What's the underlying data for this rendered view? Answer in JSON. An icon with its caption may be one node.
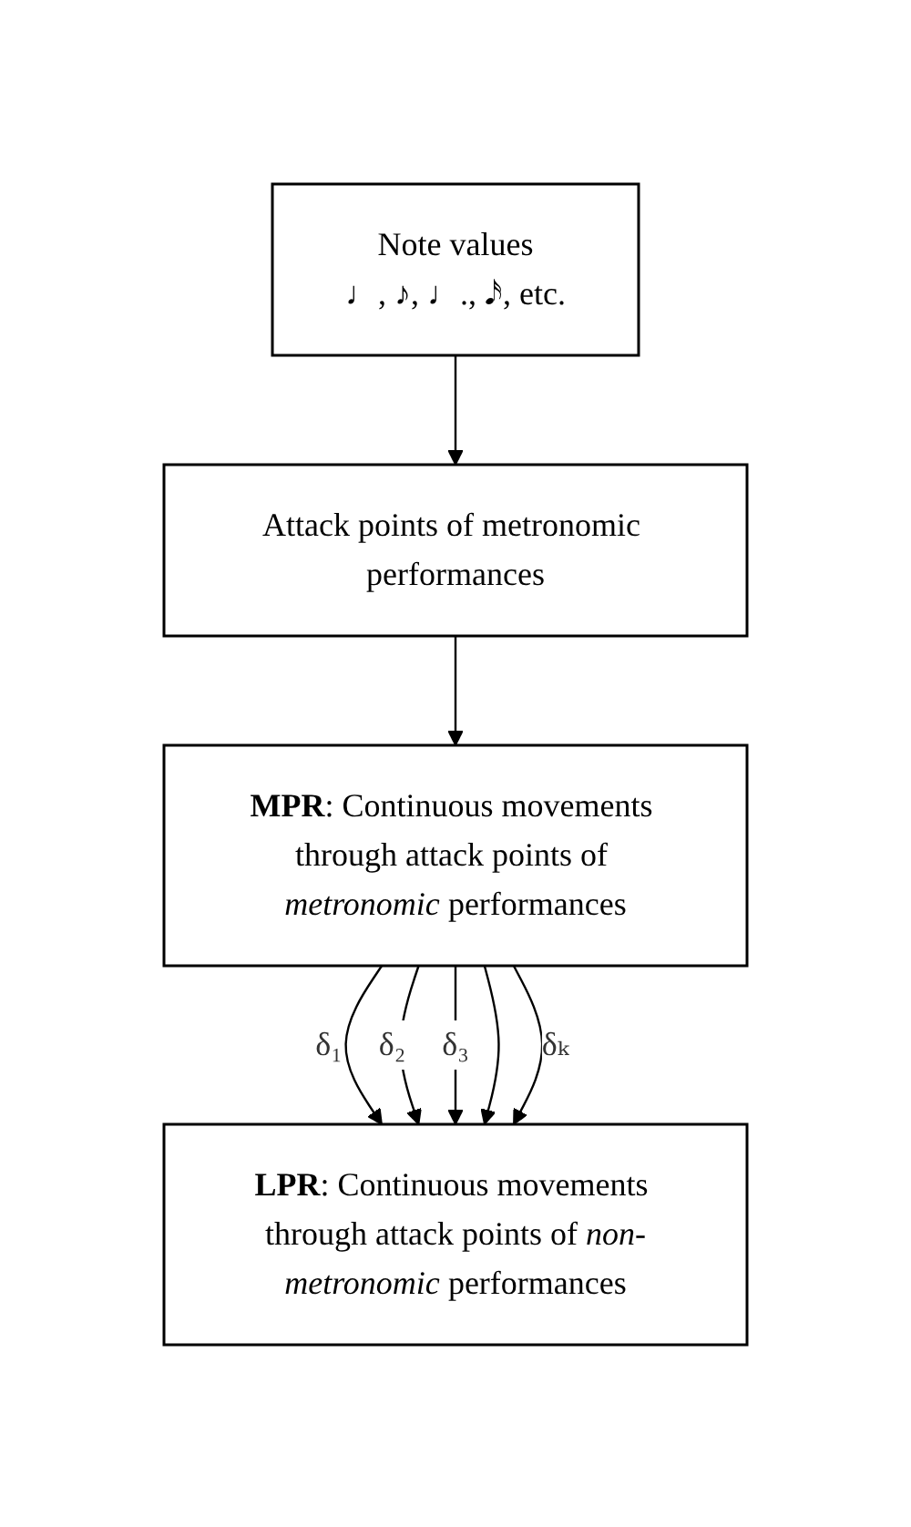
{
  "diagram": {
    "nodes": [
      {
        "text": [
          "Note values",
          "♩, ♪, ♩., 𝅘𝅥𝅯, etc."
        ]
      },
      {
        "text": [
          "Attack points of metronomic performances"
        ]
      },
      {
        "text": [
          "**MPR**: Continuous movements through attack points of *metronomic* performances"
        ]
      },
      {
        "text": [
          "**LPR**: Continuous movements through attack points of *non-metronomic* performances"
        ]
      }
    ],
    "edges": [
      {
        "from": 0,
        "to": 1,
        "arrow": "to"
      },
      {
        "from": 1,
        "to": 2,
        "arrow": "to"
      },
      {
        "from": 2,
        "to": 3,
        "arrow": "to",
        "label": "δ₁"
      },
      {
        "from": 2,
        "to": 3,
        "arrow": "to",
        "label": "δ₂"
      },
      {
        "from": 2,
        "to": 3,
        "arrow": "to",
        "label": "δ₃"
      },
      {
        "from": 2,
        "to": 3,
        "arrow": "to"
      },
      {
        "from": 2,
        "to": 3,
        "arrow": "to",
        "label": "δₖ"
      }
    ]
  }
}
